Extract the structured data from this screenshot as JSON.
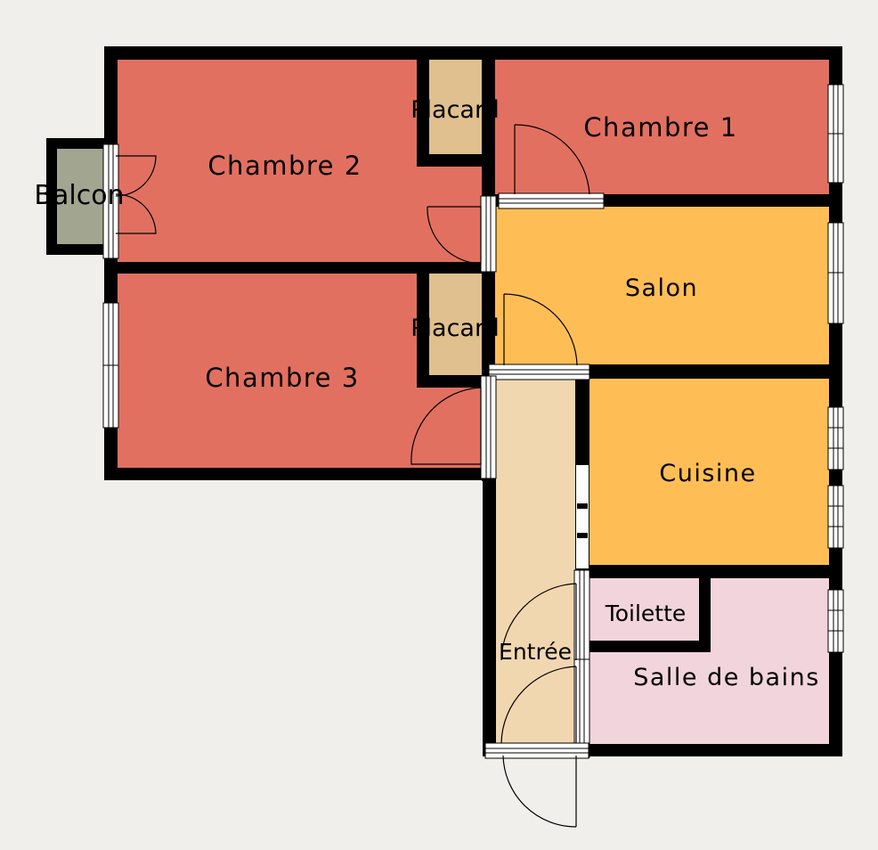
{
  "rooms": {
    "chambre1": {
      "label": "Chambre 1"
    },
    "chambre2": {
      "label": "Chambre 2"
    },
    "chambre3": {
      "label": "Chambre 3"
    },
    "salon": {
      "label": "Salon"
    },
    "cuisine": {
      "label": "Cuisine"
    },
    "toilette": {
      "label": "Toilette"
    },
    "salle_de_bains": {
      "label": "Salle de bains"
    },
    "entree": {
      "label": "Entrée"
    },
    "balcon": {
      "label": "Balcon"
    },
    "placard_1": {
      "label": "Placard"
    },
    "placard_2": {
      "label": "Placard"
    }
  },
  "colors": {
    "background": "#f0efeb",
    "bedroom": "#e27061",
    "living": "#ffbe55",
    "bathroom": "#f1d4dc",
    "hall": "#f1d7b0",
    "closet": "#dfc08e",
    "balcony": "#a2a691",
    "wall": "#000000",
    "window": "#ffffff"
  }
}
